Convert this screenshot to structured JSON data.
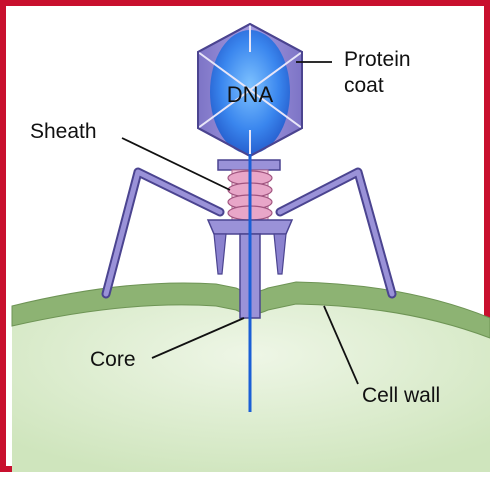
{
  "labels": {
    "dna": "DNA",
    "protein_coat_line1": "Protein",
    "protein_coat_line2": "coat",
    "sheath": "Sheath",
    "core": "Core",
    "cell_wall": "Cell wall"
  },
  "colors": {
    "border": "#c8102e",
    "capsid": "#8b82cf",
    "dna_core": "#2f73e6",
    "sheath_coil": "#e8a6c8",
    "cell_body": "#d4e8c4",
    "cell_wall": "#86ab6e",
    "core_tube": "#1a5fd6"
  }
}
